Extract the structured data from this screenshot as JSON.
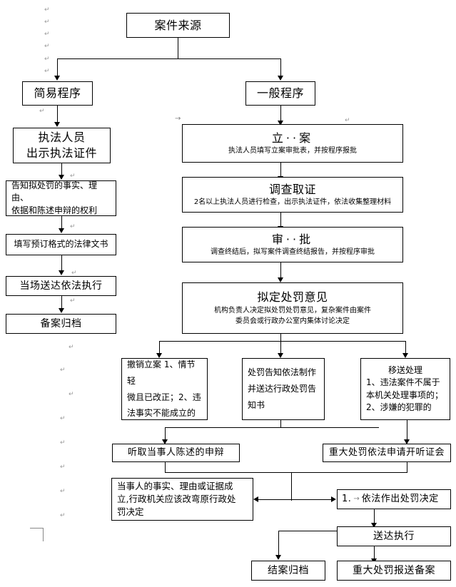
{
  "diagram": {
    "title": "行政处罚案件办理流程图",
    "language": "zh-CN",
    "pilcrow": "↵",
    "tab_arrow": "→"
  },
  "nodes": {
    "case_source": {
      "title": "案件来源"
    },
    "simple_procedure": {
      "title": "简易程序"
    },
    "general_procedure": {
      "title": "一般程序"
    },
    "enforcement_officer": {
      "title": "执法人员",
      "line2": "出示执法证件"
    },
    "notify_rights": {
      "line1": "告知拟处罚的事实、理由、",
      "line2": "依据和陈述申辩的权利"
    },
    "fill_documents": {
      "line1": "填写预订格式的法律文书"
    },
    "onsite_service": {
      "title": "当场送达依法执行"
    },
    "file_record": {
      "title": "备案归档"
    },
    "case_filing": {
      "title": "立··案",
      "sub": "执法人员填写立案审批表，并按程序报批"
    },
    "investigation": {
      "title": "调查取证",
      "sub": "2名以上执法人员进行检查，出示执法证件，依法收集整理材料"
    },
    "approval": {
      "title": "审··批",
      "sub": "调查终结后，拟写案件调查终结报告，并按程序审批"
    },
    "draft_opinion": {
      "title": "拟定处罚意见",
      "sub_line1": "机构负责人决定拟处罚处罚意见，复杂案件由案件",
      "sub_line2": "委员会或行政办公室内集体讨论决定"
    },
    "revoke_filing": {
      "line1": "撤销立案 1、情节轻",
      "line2": "微且已改正；2、违",
      "line3": "法事实不能成立的"
    },
    "penalty_notice": {
      "line1": "处罚告知依法制作",
      "line2": "并送达行政处罚告",
      "line3": "知书"
    },
    "transfer_handling": {
      "line1": "移送处理",
      "line2": "1、违法案件不属于",
      "line3": "本机关处理事项的；",
      "line4": "2、涉嫌的犯罪的"
    },
    "hear_statement": {
      "title": "听取当事人陈述的申辩"
    },
    "hearing_request": {
      "title": "重大处罚依法申请开听证会"
    },
    "party_evidence_valid": {
      "line1": "当事人的事实、理由或证据成",
      "line2": "立,行政机关应该改弯原行政处",
      "line3": "罚决定"
    },
    "penalty_decision": {
      "title": "依法作出处罚决定",
      "prefix": "1."
    },
    "service_execution": {
      "title": "送达执行"
    },
    "case_closed": {
      "title": "结案归档"
    },
    "major_penalty_record": {
      "title": "重大处罚报送备案"
    }
  },
  "colors": {
    "line": "#000000",
    "box_border": "#000000",
    "background": "#ffffff",
    "mark": "#9a9a9a"
  }
}
